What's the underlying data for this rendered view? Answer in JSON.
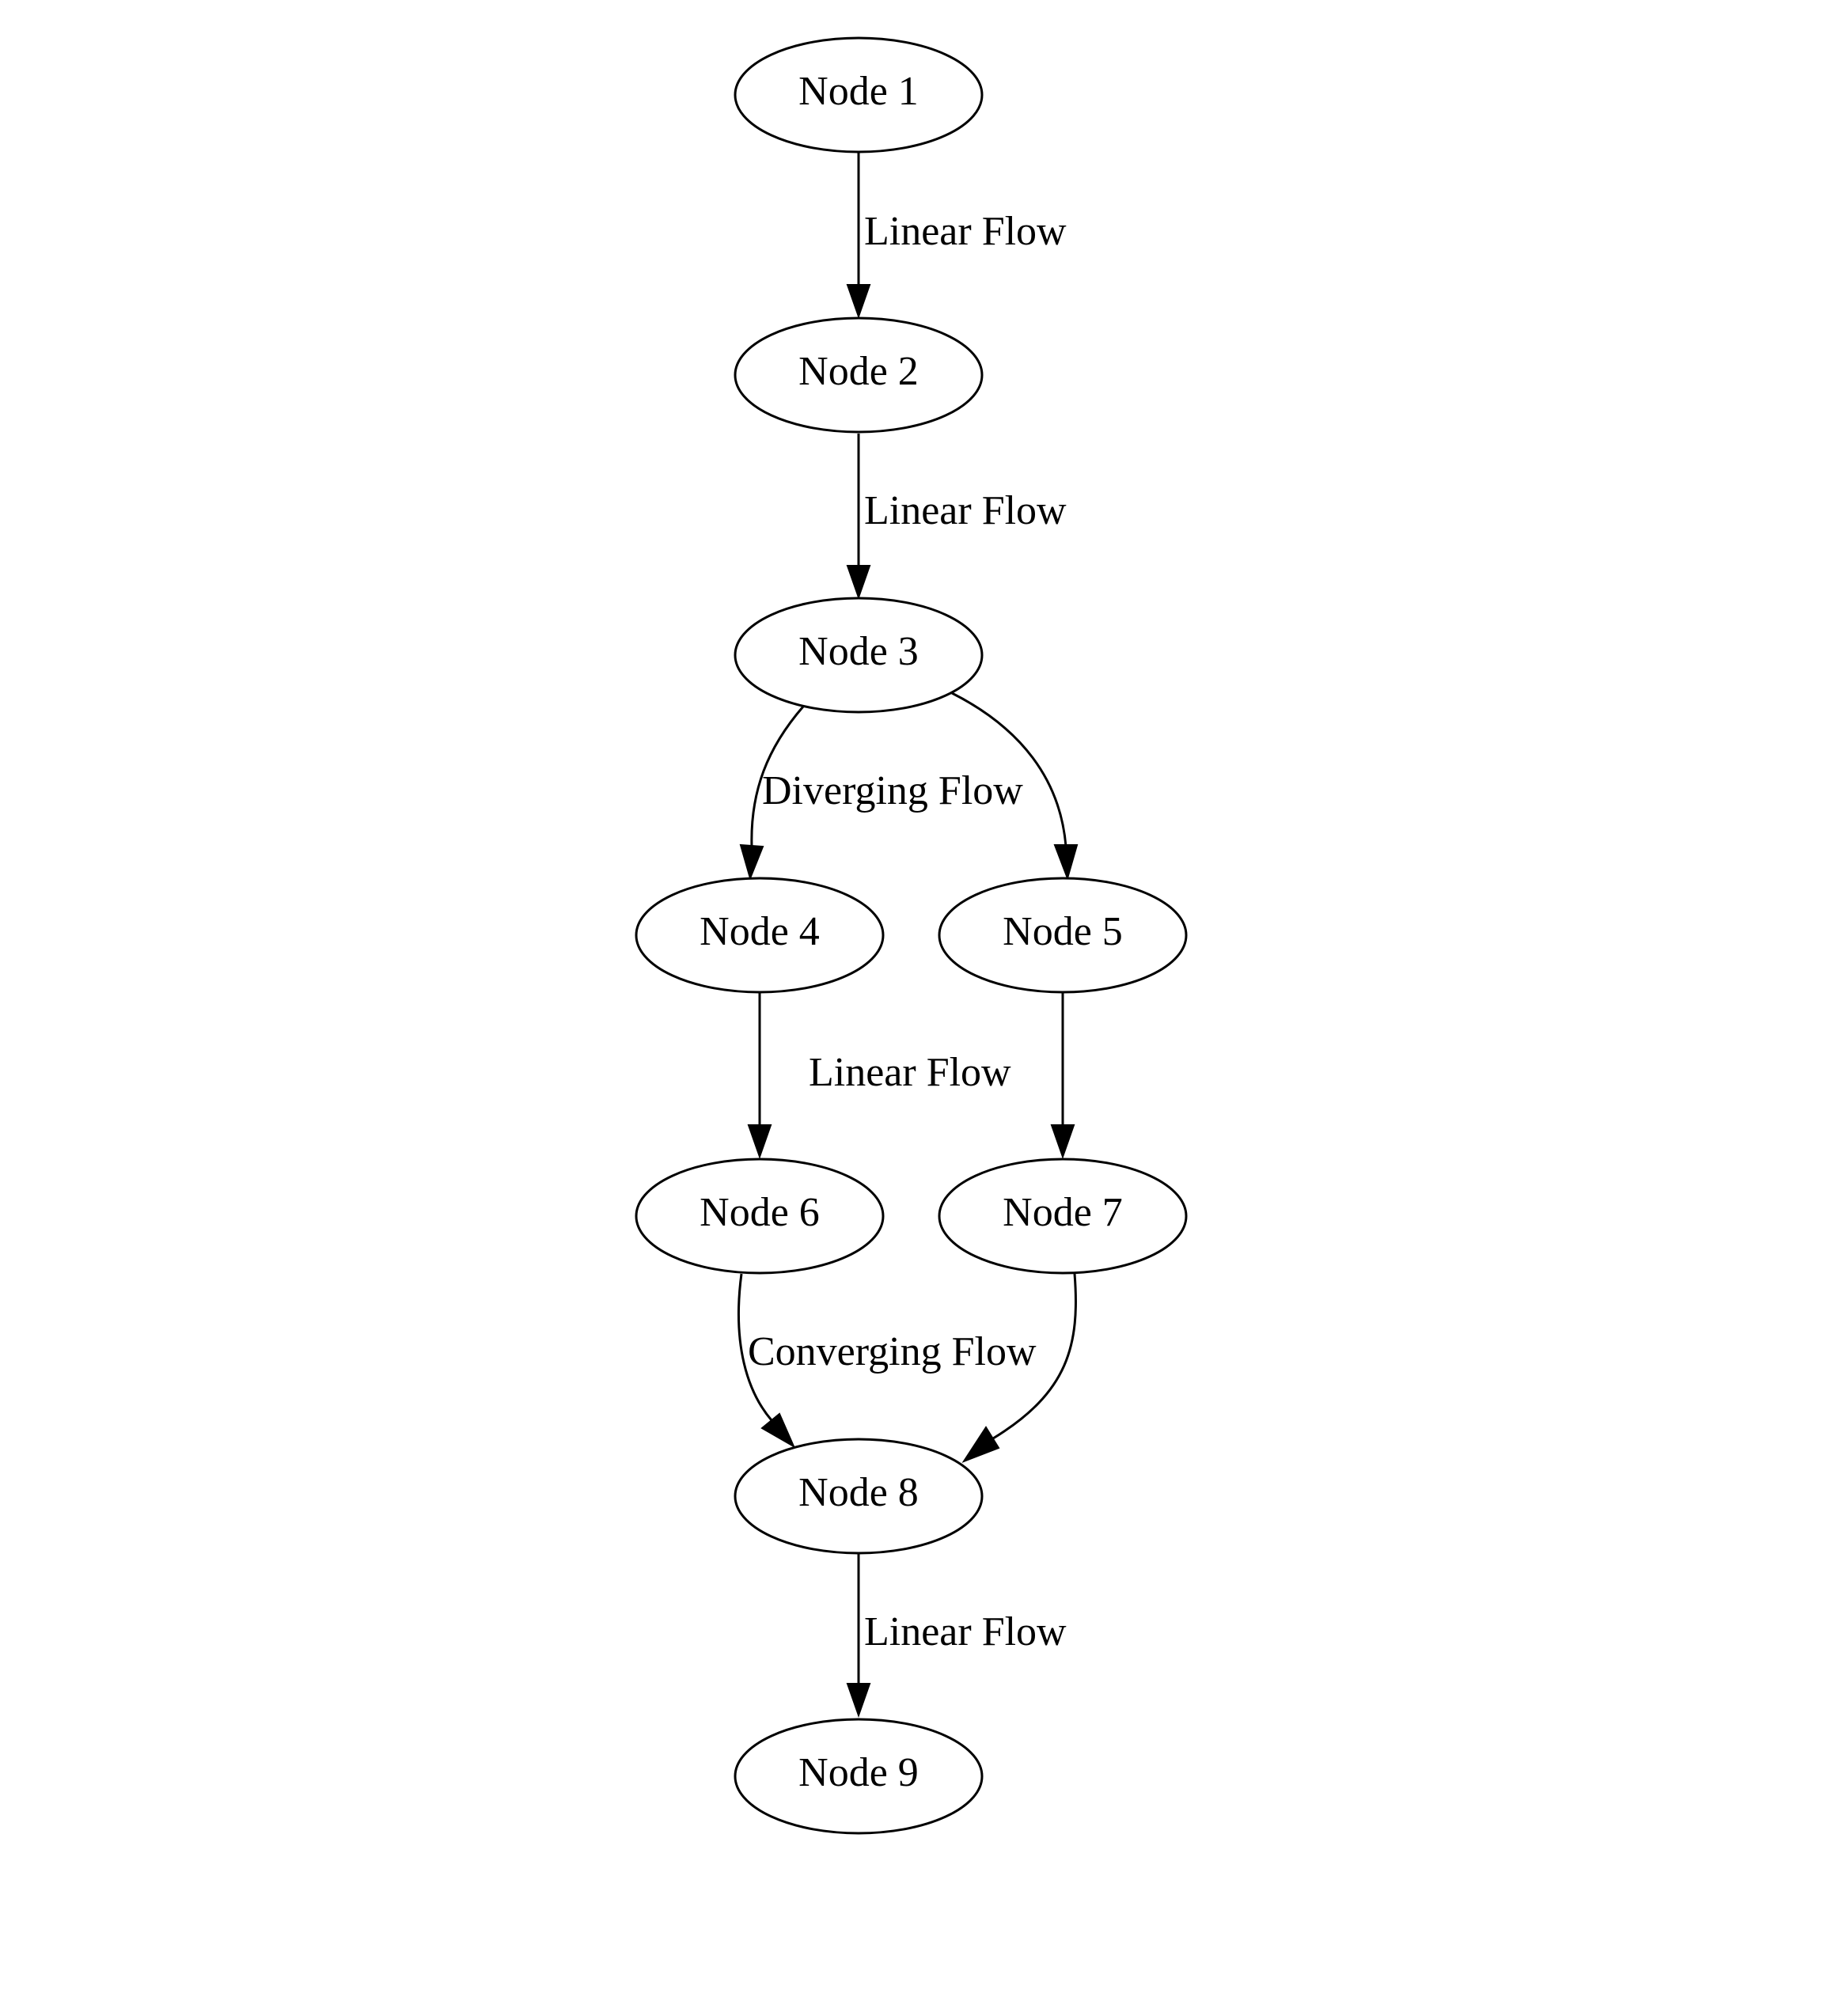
{
  "diagram": {
    "nodes": [
      {
        "id": "n1",
        "label": "Node 1"
      },
      {
        "id": "n2",
        "label": "Node 2"
      },
      {
        "id": "n3",
        "label": "Node 3"
      },
      {
        "id": "n4",
        "label": "Node 4"
      },
      {
        "id": "n5",
        "label": "Node 5"
      },
      {
        "id": "n6",
        "label": "Node 6"
      },
      {
        "id": "n7",
        "label": "Node 7"
      },
      {
        "id": "n8",
        "label": "Node 8"
      },
      {
        "id": "n9",
        "label": "Node 9"
      }
    ],
    "edges": [
      {
        "from": "n1",
        "to": "n2",
        "label": "Linear Flow"
      },
      {
        "from": "n2",
        "to": "n3",
        "label": "Linear Flow"
      },
      {
        "from": "n3",
        "to": "n4",
        "label": "Diverging Flow"
      },
      {
        "from": "n3",
        "to": "n5",
        "label": ""
      },
      {
        "from": "n4",
        "to": "n6",
        "label": "Linear Flow"
      },
      {
        "from": "n5",
        "to": "n7",
        "label": ""
      },
      {
        "from": "n6",
        "to": "n8",
        "label": "Converging Flow"
      },
      {
        "from": "n7",
        "to": "n8",
        "label": ""
      },
      {
        "from": "n8",
        "to": "n9",
        "label": "Linear Flow"
      }
    ]
  }
}
